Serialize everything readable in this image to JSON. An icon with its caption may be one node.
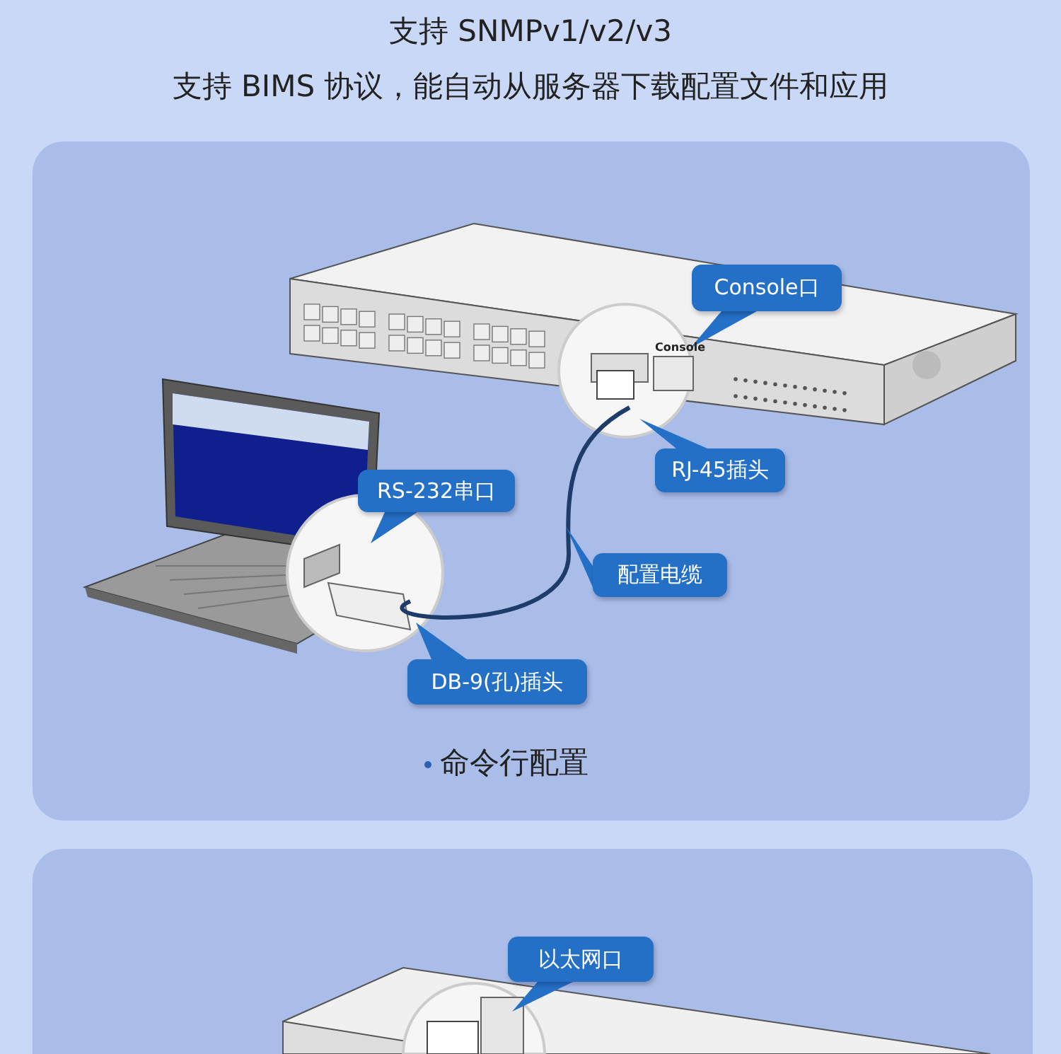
{
  "diagram": {
    "nodes": [
      {
        "text": [
          "命令行配置"
        ]
      },
      {
        "text": [
          "Console口"
        ],
        "in": 0
      },
      {
        "text": [
          "RJ-45插头"
        ],
        "in": 0
      },
      {
        "text": [
          "RS-232串口"
        ],
        "in": 0
      },
      {
        "text": [
          "配置电缆"
        ],
        "in": 0
      },
      {
        "text": [
          "DB-9(孔)插头"
        ],
        "in": 0
      },
      {
        "text": [],
        "shape": "box"
      },
      {
        "text": [
          "以太网口"
        ],
        "in": 6
      }
    ],
    "labels": [
      "支持 SNMPv1/v2/v3",
      "支持 BIMS 协议，能自动从服务器下载配置文件和应用",
      "Console"
    ]
  }
}
